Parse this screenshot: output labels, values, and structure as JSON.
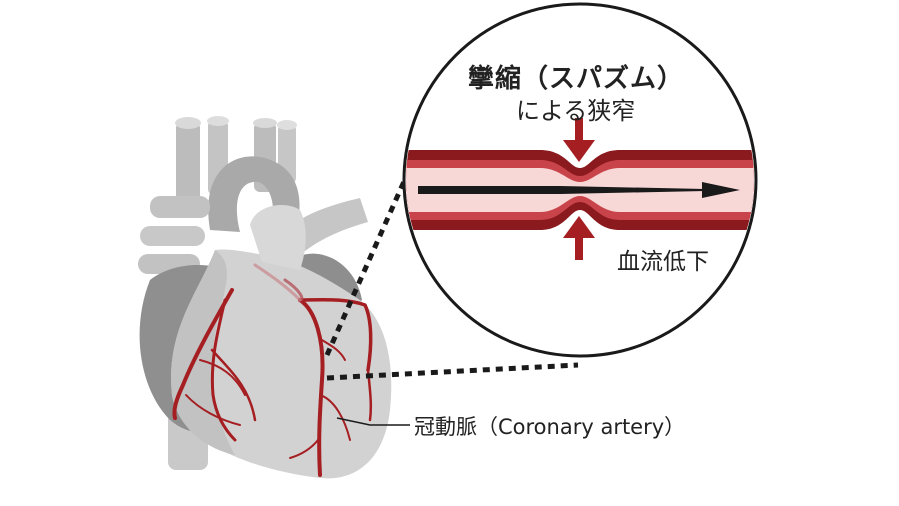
{
  "labels": {
    "spasm_title": "攣縮（スパズム）",
    "spasm_subtitle": "による狭窄",
    "blood_flow": "血流低下",
    "coronary_artery": "冠動脈（Coronary artery）"
  },
  "colors": {
    "background": "#ffffff",
    "heart_light": "#d3d3d3",
    "heart_mid": "#bdbdbd",
    "heart_dark": "#8f8f8f",
    "vessel_gray": "#b8b8b8",
    "artery_red": "#a51e22",
    "vessel_outer": "#8b1a1f",
    "vessel_mid": "#c8444a",
    "vessel_lumen": "#f8d7d7",
    "arrow": "#1a1a1a",
    "text": "#222222"
  }
}
